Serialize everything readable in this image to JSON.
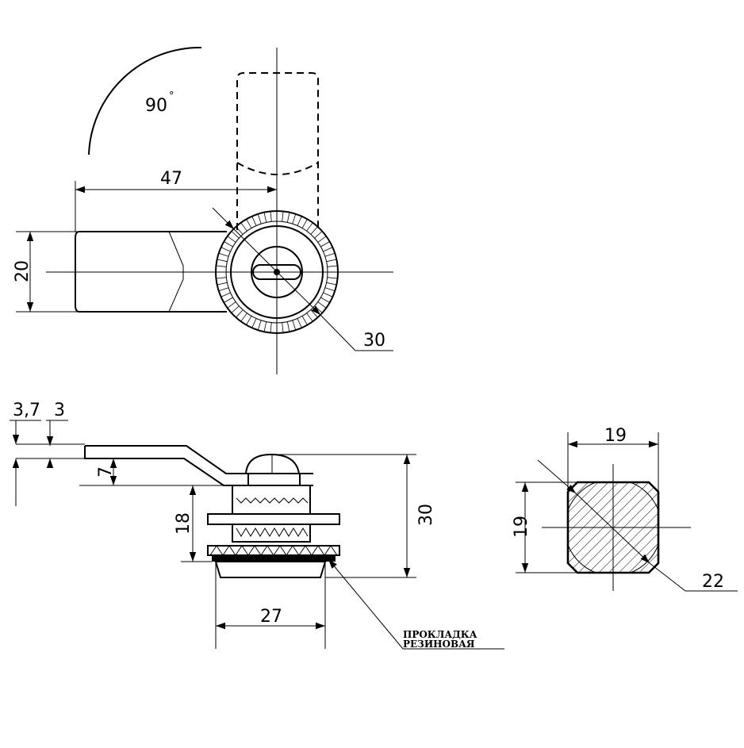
{
  "top_view": {
    "angle": "90",
    "angle_unit": "°",
    "dim_length": "47",
    "dim_height": "20",
    "dim_diameter": "30"
  },
  "side_view": {
    "dim_a": "3,7",
    "dim_b": "3",
    "dim_offset": "7",
    "dim_thread": "18",
    "dim_total": "30",
    "dim_body": "27",
    "gasket_label_line1": "ПРОКЛАДКА",
    "gasket_label_line2": "РЕЗИНОВАЯ"
  },
  "section_view": {
    "dim_width": "19",
    "dim_height": "19",
    "dim_diag": "22"
  }
}
